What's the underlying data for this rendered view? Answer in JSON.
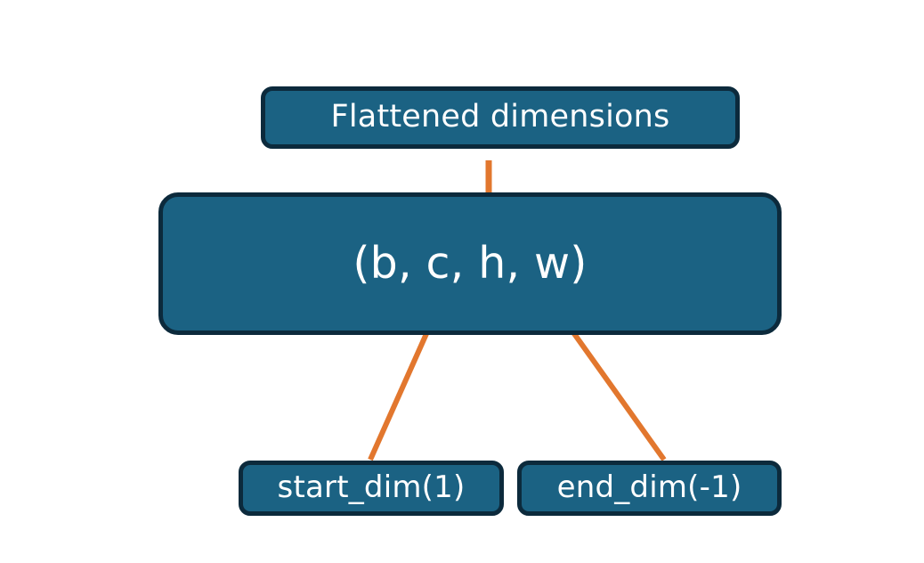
{
  "diagram": {
    "title": "Flatten dimensions diagram",
    "background_color": "#ffffff",
    "node_fill_color": "#1b6283",
    "node_border_color": "#0c2a3c",
    "node_text_color": "#ffffff",
    "connector_color": "#e2772e",
    "nodes": {
      "flattened": {
        "label": "Flattened dimensions"
      },
      "shape": {
        "label": "(b, c, h, w)"
      },
      "start_dim": {
        "label": "start_dim(1)"
      },
      "end_dim": {
        "label": "end_dim(-1)"
      }
    },
    "connectors": {
      "brace": {
        "name": "curly-brace",
        "from": "shape",
        "to": "flattened",
        "covers": "c, h, w"
      },
      "arrow_start": {
        "name": "arrow-start-dim-to-shape",
        "from": "start_dim",
        "to": "shape"
      },
      "arrow_end": {
        "name": "arrow-end-dim-to-shape",
        "from": "end_dim",
        "to": "shape"
      }
    }
  }
}
